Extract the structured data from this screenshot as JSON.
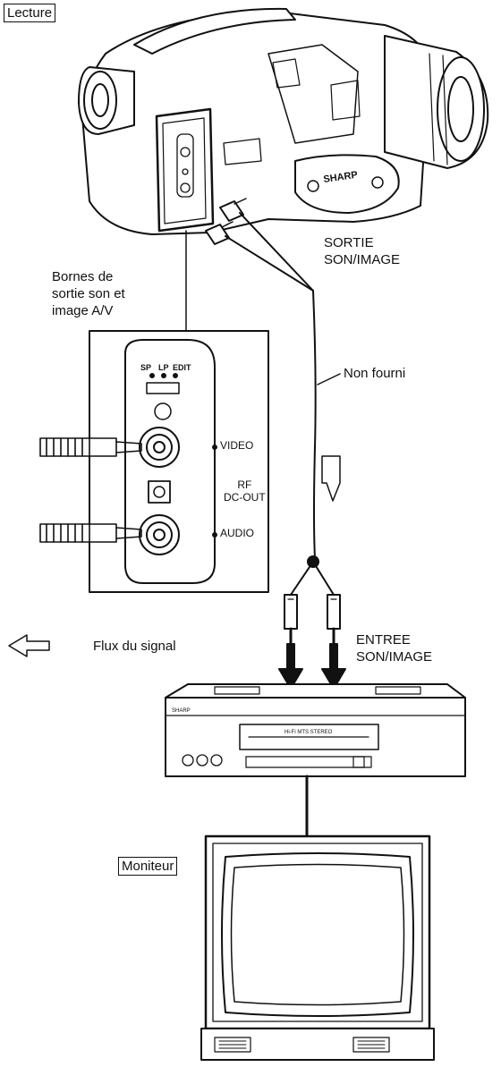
{
  "labels": {
    "lecture": "Lecture",
    "sortie": "SORTIE\nSON/IMAGE",
    "bornes": "Bornes de\nsortie son et\nimage A/V",
    "non_fourni": "Non fourni",
    "flux": "Flux du signal",
    "entree": "ENTREE\nSON/IMAGE",
    "moniteur": "Moniteur"
  },
  "panel": {
    "sp": "SP",
    "lp": "LP",
    "edit": "EDIT",
    "video": "VIDEO",
    "rf": "RF\nDC-OUT",
    "audio": "AUDIO"
  },
  "camera": {
    "brand": "SHARP"
  },
  "vcr": {
    "brand": "SHARP",
    "model": "Hi-Fi MTS STEREO"
  }
}
